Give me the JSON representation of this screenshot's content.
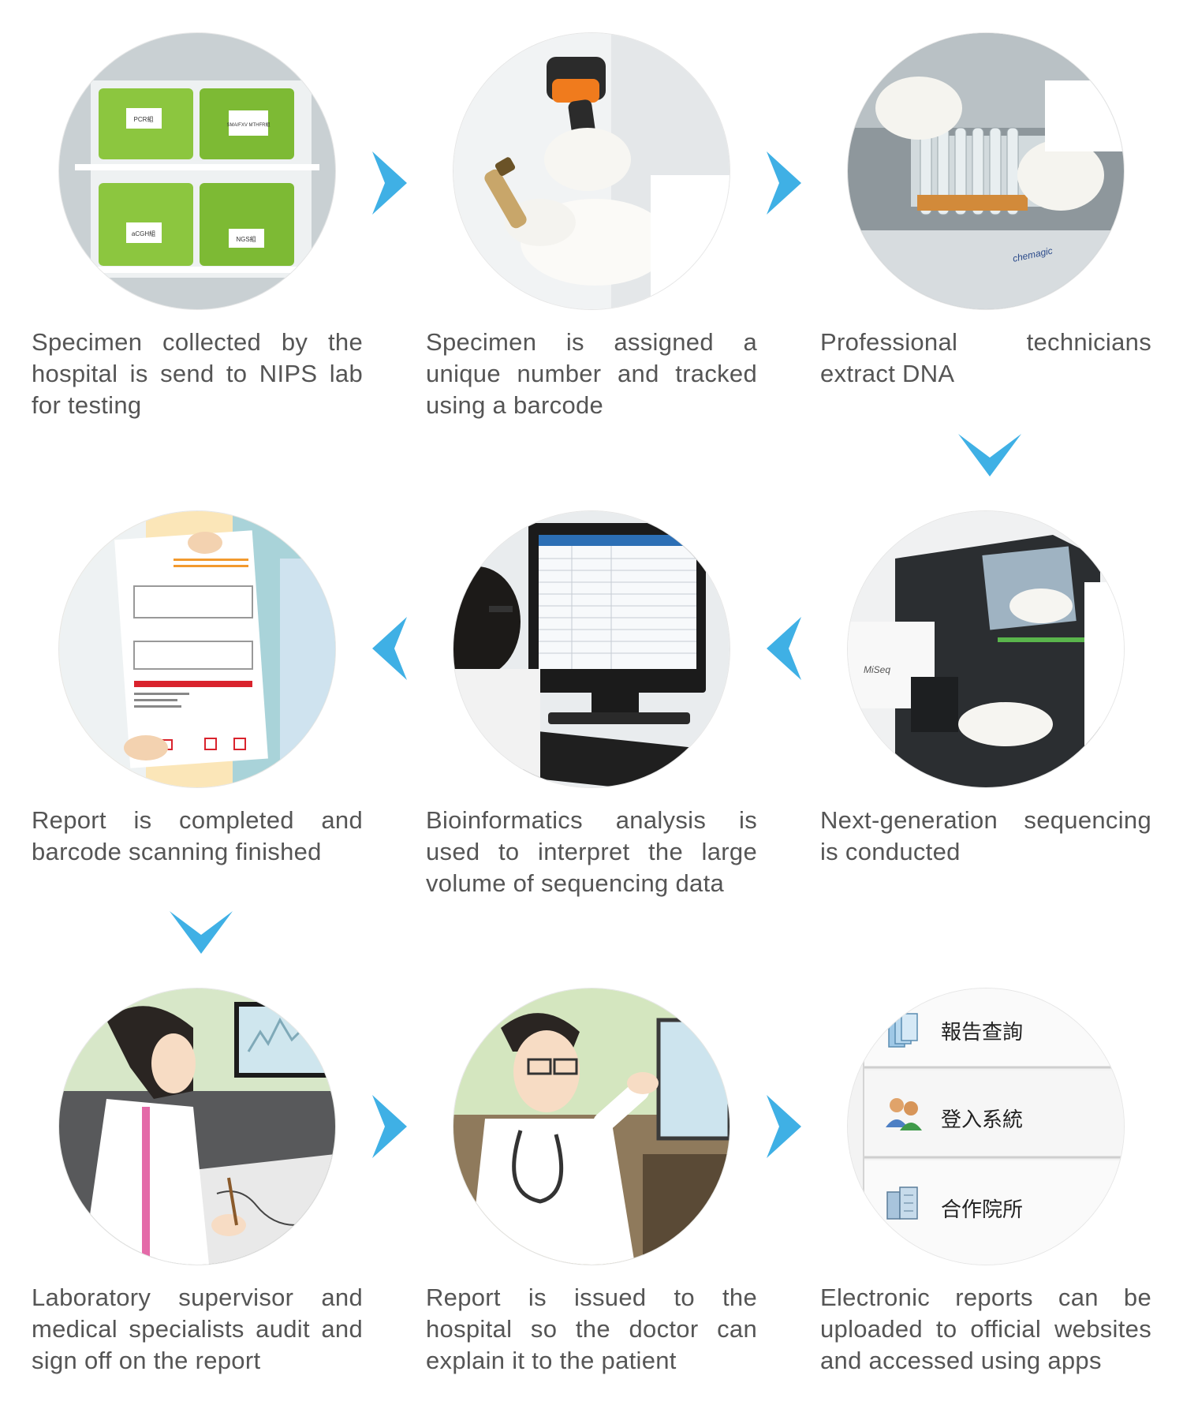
{
  "colors": {
    "arrow": "#3fb0e5",
    "text": "#555555"
  },
  "steps": [
    {
      "id": 1,
      "caption": "Specimen collected by the hospital is send to NIPS lab for testing",
      "labels": [
        "PCR組",
        "SMA/FXV MTHFR組",
        "aCGH組",
        "NGS組"
      ]
    },
    {
      "id": 2,
      "caption": "Specimen is assigned a unique number and tracked using a barcode",
      "labels": []
    },
    {
      "id": 3,
      "caption": "Professional technicians extract DNA",
      "labels": []
    },
    {
      "id": 4,
      "caption": "Next-generation sequencing is conducted",
      "labels": []
    },
    {
      "id": 5,
      "caption": "Bioinformatics analysis is used to interpret the large volume of sequencing data",
      "labels": []
    },
    {
      "id": 6,
      "caption": "Report is completed and barcode scanning finished",
      "labels": []
    },
    {
      "id": 7,
      "caption": "Laboratory supervisor and medical specialists audit and sign off on the report",
      "labels": []
    },
    {
      "id": 8,
      "caption": "Report is issued to the hospital so the doctor can explain it to the patient",
      "labels": []
    },
    {
      "id": 9,
      "caption": "Electronic reports can be uploaded to official websites and accessed using apps",
      "labels": []
    }
  ],
  "app_menu": {
    "items": [
      {
        "label": "報告查詢",
        "icon": "documents-icon"
      },
      {
        "label": "登入系統",
        "icon": "users-icon"
      },
      {
        "label": "合作院所",
        "icon": "building-icon"
      }
    ]
  }
}
